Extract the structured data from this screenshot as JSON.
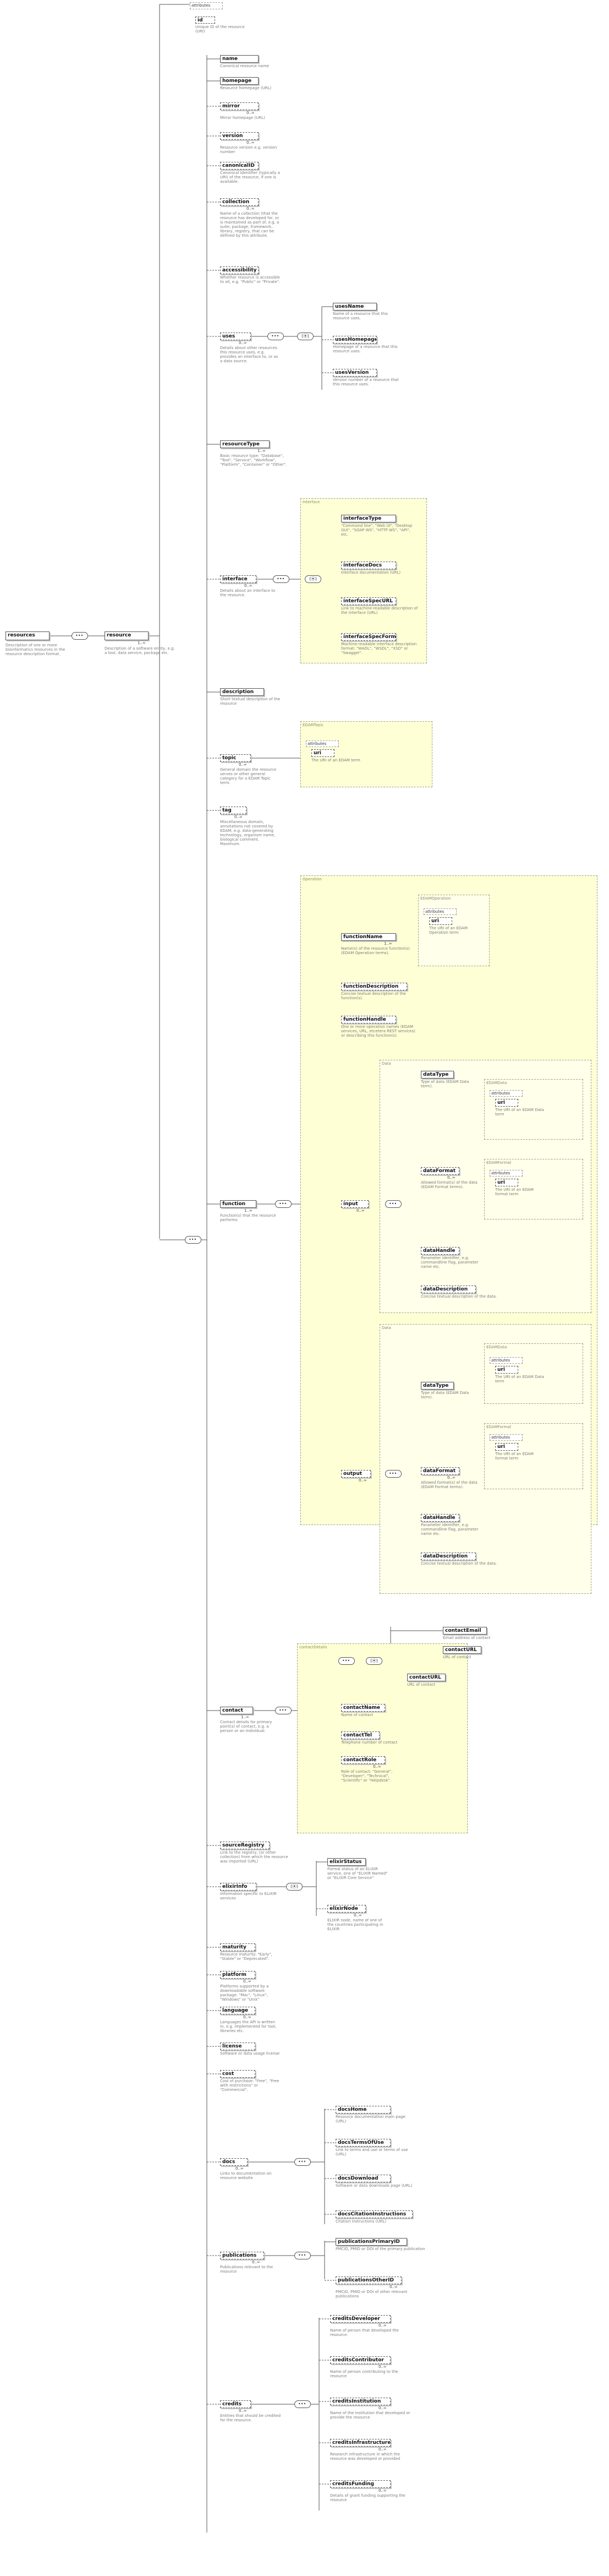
{
  "root": {
    "name": "resources",
    "desc": "Description of one or more bioinformatics resources in the resource description format."
  },
  "resource": {
    "name": "resource",
    "mult": "1..∞",
    "desc": "Description of a software entity, e.g. a tool, data service, package etc."
  },
  "top_attributes": {
    "label": "attributes",
    "id_name": "id",
    "id_desc": "Unique ID of the resource (URI)"
  },
  "labels": {
    "attributes": "attributes",
    "uri": "uri",
    "mult_0n": "0..∞",
    "mult_1n": "1..∞",
    "mult_01": "0..1"
  },
  "elements": {
    "name": {
      "name": "name",
      "desc": "Canonical resource name"
    },
    "homepage": {
      "name": "homepage",
      "desc": "Resource homepage (URL)"
    },
    "mirror": {
      "name": "mirror",
      "mult": "0..∞",
      "desc": "Mirror homepage (URL)"
    },
    "version": {
      "name": "version",
      "mult": "0..∞",
      "desc": "Resource version e.g. version number"
    },
    "canonicalID": {
      "name": "canonicalID",
      "desc": "Canonical Identifier (typically a URI) of the resource, if one is available."
    },
    "collection": {
      "name": "collection",
      "mult": "0..∞",
      "desc": "Name of a collection (that the resource has developed for, or is maintained as part of, e.g. a suite, package, framework, library, registry, that can be defined by this attribute."
    },
    "accessibility": {
      "name": "accessibility",
      "desc": "Whether resource is accessible to all, e.g. \"Public\" or \"Private\"."
    },
    "uses": {
      "name": "uses",
      "mult": "0..∞",
      "desc": "Details about other resources this resource uses, e.g. provides an interface to, or as a data source."
    },
    "usesName": {
      "name": "usesName",
      "desc": "Name of a resource that this resource uses."
    },
    "usesHomepage": {
      "name": "usesHomepage",
      "desc": "Homepage of a resource that this resource uses."
    },
    "usesVersion": {
      "name": "usesVersion",
      "desc": "Version number of a resource that this resource uses."
    },
    "resourceType": {
      "name": "resourceType",
      "mult": "1..∞",
      "desc": "Basic resource type: \"Database\", \"Tool\", \"Service\", \"Workflow\", \"Platform\", \"Container\" or \"Other\"."
    },
    "interface": {
      "name": "interface",
      "mult": "0..∞",
      "desc": "Details about an interface to the resource."
    },
    "interfaceType": {
      "name": "interfaceType",
      "desc": "\"Command line\", \"Web UI\", \"Desktop GUI\", \"SOAP WS\", \"HTTP WS\", \"API\", etc."
    },
    "interfaceDocs": {
      "name": "interfaceDocs",
      "desc": "Interface documentation (URL)"
    },
    "interfaceSpecURL": {
      "name": "interfaceSpecURL",
      "desc": "Link to machine-readable description of the interface (URL)"
    },
    "interfaceSpecFormat": {
      "name": "interfaceSpecFormat",
      "desc": "Machine-readable interface description format: \"WADL\", \"WSDL\", \"XSD\" or \"Swagger\"."
    },
    "description": {
      "name": "description",
      "desc": "Short textual description of the resource"
    },
    "topic": {
      "name": "topic",
      "mult": "0..∞",
      "desc": "General domain the resource serves or other general category for a EDAM Topic term."
    },
    "tag": {
      "name": "tag",
      "mult": "0..∞",
      "desc": "Miscellaneous domain, annotations not covered by EDAM, e.g. data-generating technology, organism name, biological comment. Maximum."
    },
    "function": {
      "name": "function",
      "mult": "1..∞",
      "desc": "Function(s) that the resource performs"
    },
    "functionName": {
      "name": "functionName",
      "mult": "1..∞",
      "desc": "Name(s) of the resource function(s) (EDAM Operation terms)."
    },
    "functionDescription": {
      "name": "functionDescription",
      "desc": "Concise textual description of the function(s)."
    },
    "functionHandle": {
      "name": "functionHandle",
      "desc": "One or more operation names (EDAM services, URL, etcetera REST services) or describing this function(s)."
    },
    "input": {
      "name": "input",
      "mult": "0..∞"
    },
    "output": {
      "name": "output",
      "mult": "0..∞"
    },
    "dataType": {
      "name": "dataType",
      "desc": "Type of data (EDAM Data term)."
    },
    "dataFormat": {
      "name": "dataFormat",
      "mult": "0..∞",
      "desc": "Allowed format(s) of the data (EDAM Format terms)."
    },
    "dataHandle": {
      "name": "dataHandle",
      "desc": "Parameter identifier, e.g. commandline flag, parameter name etc."
    },
    "dataDescription": {
      "name": "dataDescription",
      "desc": "Concise textual description of the data."
    },
    "contact": {
      "name": "contact",
      "mult": "1..∞",
      "desc": "Contact details for primary point(s) of contact, e.g. a person or an individual."
    },
    "contactEmail": {
      "name": "contactEmail",
      "desc": "Email address of contact"
    },
    "contactURL": {
      "name": "contactURL",
      "desc": "URL of contact"
    },
    "contactURL2": {
      "name": "contactURL",
      "desc": "URL of contact"
    },
    "contactName": {
      "name": "contactName",
      "desc": "Name of contact"
    },
    "contactTel": {
      "name": "contactTel",
      "desc": "Telephone number of contact"
    },
    "contactRole": {
      "name": "contactRole",
      "mult": "0..∞",
      "desc": "Role of contact: \"General\", \"Developer\", \"Technical\", \"Scientific\" or \"Helpdesk\"."
    },
    "sourceRegistry": {
      "name": "sourceRegistry",
      "desc": "Link to the registry, (or other collection) from which the resource was imported (URL)"
    },
    "elixirInfo": {
      "name": "elixirInfo",
      "desc": "Information specific to ELIXIR services"
    },
    "elixirStatus": {
      "name": "elixirStatus",
      "desc": "Formal status of an ELIXIR service, one of \"ELIXIR Named\" or \"ELIXIR Core Service\""
    },
    "elixirNode": {
      "name": "elixirNode",
      "mult": "0..∞",
      "desc": "ELIXIR node, name of one of the countries participating in ELIXIR"
    },
    "maturity": {
      "name": "maturity",
      "desc": "Resource maturity: \"Early\", \"Stable\" or \"Deprecated\"."
    },
    "platform": {
      "name": "platform",
      "mult": "0..∞",
      "desc": "Platforms supported by a downloadable software package: \"Mac\", \"Linux\", \"Windows\" or \"Unix\""
    },
    "language": {
      "name": "language",
      "mult": "0..∞",
      "desc": "Languages the API is written in, e.g. implemented for tool, libraries etc."
    },
    "license": {
      "name": "license",
      "desc": "Software or data usage license"
    },
    "cost": {
      "name": "cost",
      "desc": "Cost of purchase: \"Free\", \"Free with restrictions\" or \"Commercial\"."
    },
    "docs": {
      "name": "docs",
      "mult": "0..∞",
      "desc": "Links to documentation on resource website"
    },
    "docsHome": {
      "name": "docsHome",
      "desc": "Resource documentation main page (URL)"
    },
    "docsTermsOfUse": {
      "name": "docsTermsOfUse",
      "desc": "Link to terms and use or terms of use (URL)"
    },
    "docsDownload": {
      "name": "docsDownload",
      "desc": "Software or data downloads page (URL)"
    },
    "docsCitationInstructions": {
      "name": "docsCitationInstructions",
      "desc": "Citation instructions (URL)"
    },
    "publications": {
      "name": "publications",
      "mult": "0..∞",
      "desc": "Publications relevant to the resource"
    },
    "publicationsPrimaryID": {
      "name": "publicationsPrimaryID",
      "desc": "PMCID, PMID or DOI of the primary publication"
    },
    "publicationsOtherID": {
      "name": "publicationsOtherID",
      "mult": "0..∞",
      "desc": "PMCID, PMID or DOI of other relevant publications"
    },
    "credits": {
      "name": "credits",
      "mult": "0..∞",
      "desc": "Entities that should be credited for the resource."
    },
    "creditsDeveloper": {
      "name": "creditsDeveloper",
      "mult": "0..∞",
      "desc": "Name of person that developed the resource."
    },
    "creditsContributor": {
      "name": "creditsContributor",
      "mult": "0..∞",
      "desc": "Name of person contributing to the resource"
    },
    "creditsInstitution": {
      "name": "creditsInstitution",
      "mult": "0..∞",
      "desc": "Name of the institution that developed or provide the resource"
    },
    "creditsInfrastructure": {
      "name": "creditsInfrastructure",
      "mult": "0..∞",
      "desc": "Research infrastructure in which the resource was developed or provided"
    },
    "creditsFunding": {
      "name": "creditsFunding",
      "mult": "0..∞",
      "desc": "Details of grant funding supporting the resource"
    }
  },
  "groups": {
    "interface": "Interface",
    "edamTopic": "EDAMTopic",
    "operation": "Operation",
    "edamOperation": "EDAMOperation",
    "data": "Data",
    "edamData": "EDAMData",
    "edamFormat": "EDAMFormat",
    "contactDetails": "contactDetails"
  },
  "uri_desc": {
    "topic": "The URI of an EDAM term",
    "operation": "The URI of an EDAM Operation term",
    "data": "The URI of an EDAM Data term",
    "format": "The URI of an EDAM format term"
  },
  "colors": {
    "group_fill": "#ffffd6",
    "group_border": "#9aa080",
    "line": "#555555",
    "desc_text": "#7a7a7a"
  }
}
